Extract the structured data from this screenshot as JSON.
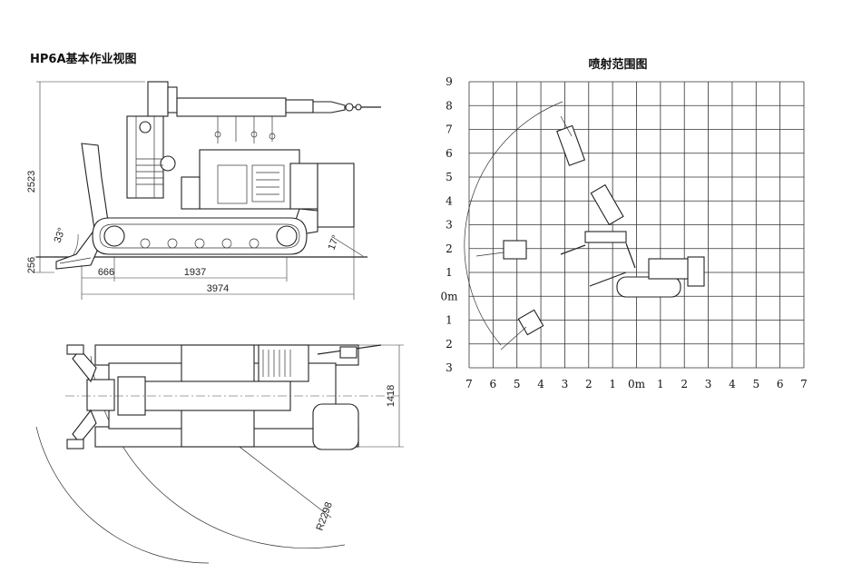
{
  "left_title": "HP6A基本作业视图",
  "right_title": "喷射范围图",
  "side_view": {
    "dims": {
      "height": "2523",
      "ground_clear": "256",
      "front": "666",
      "track": "1937",
      "total": "3974",
      "angle_front": "33°",
      "angle_rear": "17°"
    }
  },
  "top_view": {
    "dims": {
      "width": "1418",
      "radius": "R2298"
    }
  },
  "chart_data": {
    "type": "grid",
    "title": "喷射范围图",
    "y_ticks": [
      "9",
      "8",
      "7",
      "6",
      "5",
      "4",
      "3",
      "2",
      "1",
      "0m",
      "1",
      "2",
      "3"
    ],
    "x_ticks": [
      "7",
      "6",
      "5",
      "4",
      "3",
      "2",
      "1",
      "0m",
      "1",
      "2",
      "3",
      "4",
      "5",
      "6",
      "7"
    ],
    "x_range": [
      -7,
      7
    ],
    "y_range": [
      -3,
      9
    ],
    "grid": true
  }
}
